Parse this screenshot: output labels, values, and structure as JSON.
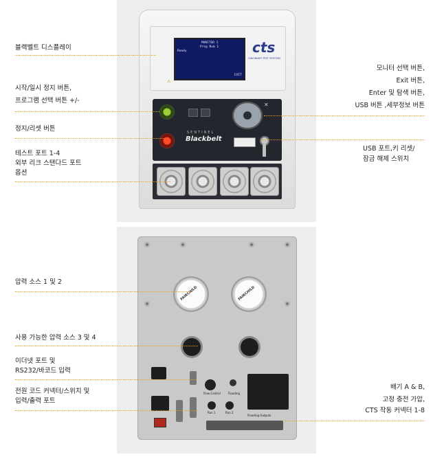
{
  "labels": {
    "blackbelt_display": "블랙벨트 디스플레이",
    "start_pause": "시작/일시 정지 버튼,",
    "program_select": "프로그램 선택 버튼 +/-",
    "stop_reset": "정지/리셋 버튼",
    "test_ports_1": "테스트 포트 1-4",
    "test_ports_2": "외부 리크 스탠다드 포트",
    "test_ports_3": "옵션",
    "monitor_select": "모니터 선택 버튼,",
    "exit_button": "Exit 버튼,",
    "enter_navigate": "Enter 및 탐색 버튼,",
    "usb_detail": "USB 버튼 ,세부정보 버튼",
    "usb_port_1": "USB 포트,키 리셋/",
    "usb_port_2": "잠금 해제 스위치",
    "pressure_1_2": "압력 소스 1 및 2",
    "pressure_3_4": "사용 가능한 압력 소스 3 및 4",
    "ethernet_1": "이더넷 포트 및",
    "ethernet_2": "RS232/바코드 입력",
    "power_1": "전원 코드 커넥터/스위치 및",
    "power_2": "입력/출력 포트",
    "exhaust_1": "배기 A & B,",
    "exhaust_2": "고정 충전 가압,",
    "exhaust_3": "CTS 작동 커넥터 1-8"
  },
  "device": {
    "logo": "cts",
    "logo_sub": "CINCINNATI TEST SYSTEMS",
    "brand_top": "SENTINEL",
    "brand": "Blackbelt",
    "screen_line1": "MONITOR 1",
    "screen_line2": "Prog Num 1",
    "screen_status": "Ready",
    "screen_corner": "EXIT"
  },
  "rear_unit": {
    "gauge_brand": "FAIRCHILD",
    "flow_control": "Flow Control",
    "flooding": "Flooding",
    "run1": "Run 1",
    "run2": "Run 2",
    "io_label": "Flooding Outputs"
  },
  "colors": {
    "leader": "#e8a21a",
    "screen": "#0f1a63",
    "panel": "#23272d"
  }
}
